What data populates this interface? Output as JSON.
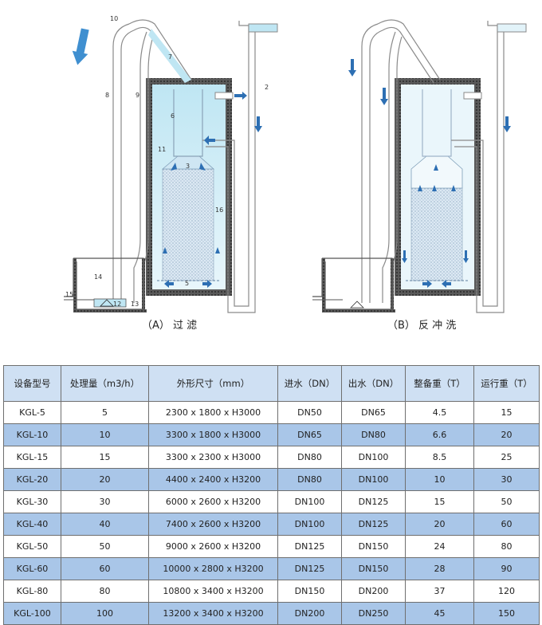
{
  "diagram": {
    "caption_a": "（A） 过 滤",
    "caption_b": "（B） 反 冲 洗",
    "labels_a": {
      "n10": "10",
      "n7": "7",
      "n8": "8",
      "n9": "9",
      "n2": "2",
      "n6": "6",
      "n11": "11",
      "n3": "3",
      "n16": "16",
      "n14": "14",
      "n15": "15",
      "n12": "12",
      "n13": "13",
      "n5": "5"
    }
  },
  "table": {
    "headers": [
      "设备型号",
      "处理量（m3/h）",
      "外形尺寸（mm）",
      "进水（DN）",
      "出水（DN）",
      "整备重（T）",
      "运行重（T）"
    ],
    "rows": [
      [
        "KGL-5",
        "5",
        "2300 x 1800 x H3000",
        "DN50",
        "DN65",
        "4.5",
        "15"
      ],
      [
        "KGL-10",
        "10",
        "3300 x 1800 x H3000",
        "DN65",
        "DN80",
        "6.6",
        "20"
      ],
      [
        "KGL-15",
        "15",
        "3300 x 2300 x H3000",
        "DN80",
        "DN100",
        "8.5",
        "25"
      ],
      [
        "KGL-20",
        "20",
        "4400 x 2400 x H3200",
        "DN80",
        "DN100",
        "10",
        "30"
      ],
      [
        "KGL-30",
        "30",
        "6000 x 2600 x H3200",
        "DN100",
        "DN125",
        "15",
        "50"
      ],
      [
        "KGL-40",
        "40",
        "7400 x 2600 x H3200",
        "DN100",
        "DN125",
        "20",
        "60"
      ],
      [
        "KGL-50",
        "50",
        "9000 x 2600 x H3200",
        "DN125",
        "DN150",
        "24",
        "80"
      ],
      [
        "KGL-60",
        "60",
        "10000 x 2800 x H3200",
        "DN125",
        "DN150",
        "28",
        "90"
      ],
      [
        "KGL-80",
        "80",
        "10800 x 3400 x H3200",
        "DN150",
        "DN200",
        "37",
        "120"
      ],
      [
        "KGL-100",
        "100",
        "13200 x 3400 x H3200",
        "DN200",
        "DN250",
        "45",
        "150"
      ]
    ]
  }
}
